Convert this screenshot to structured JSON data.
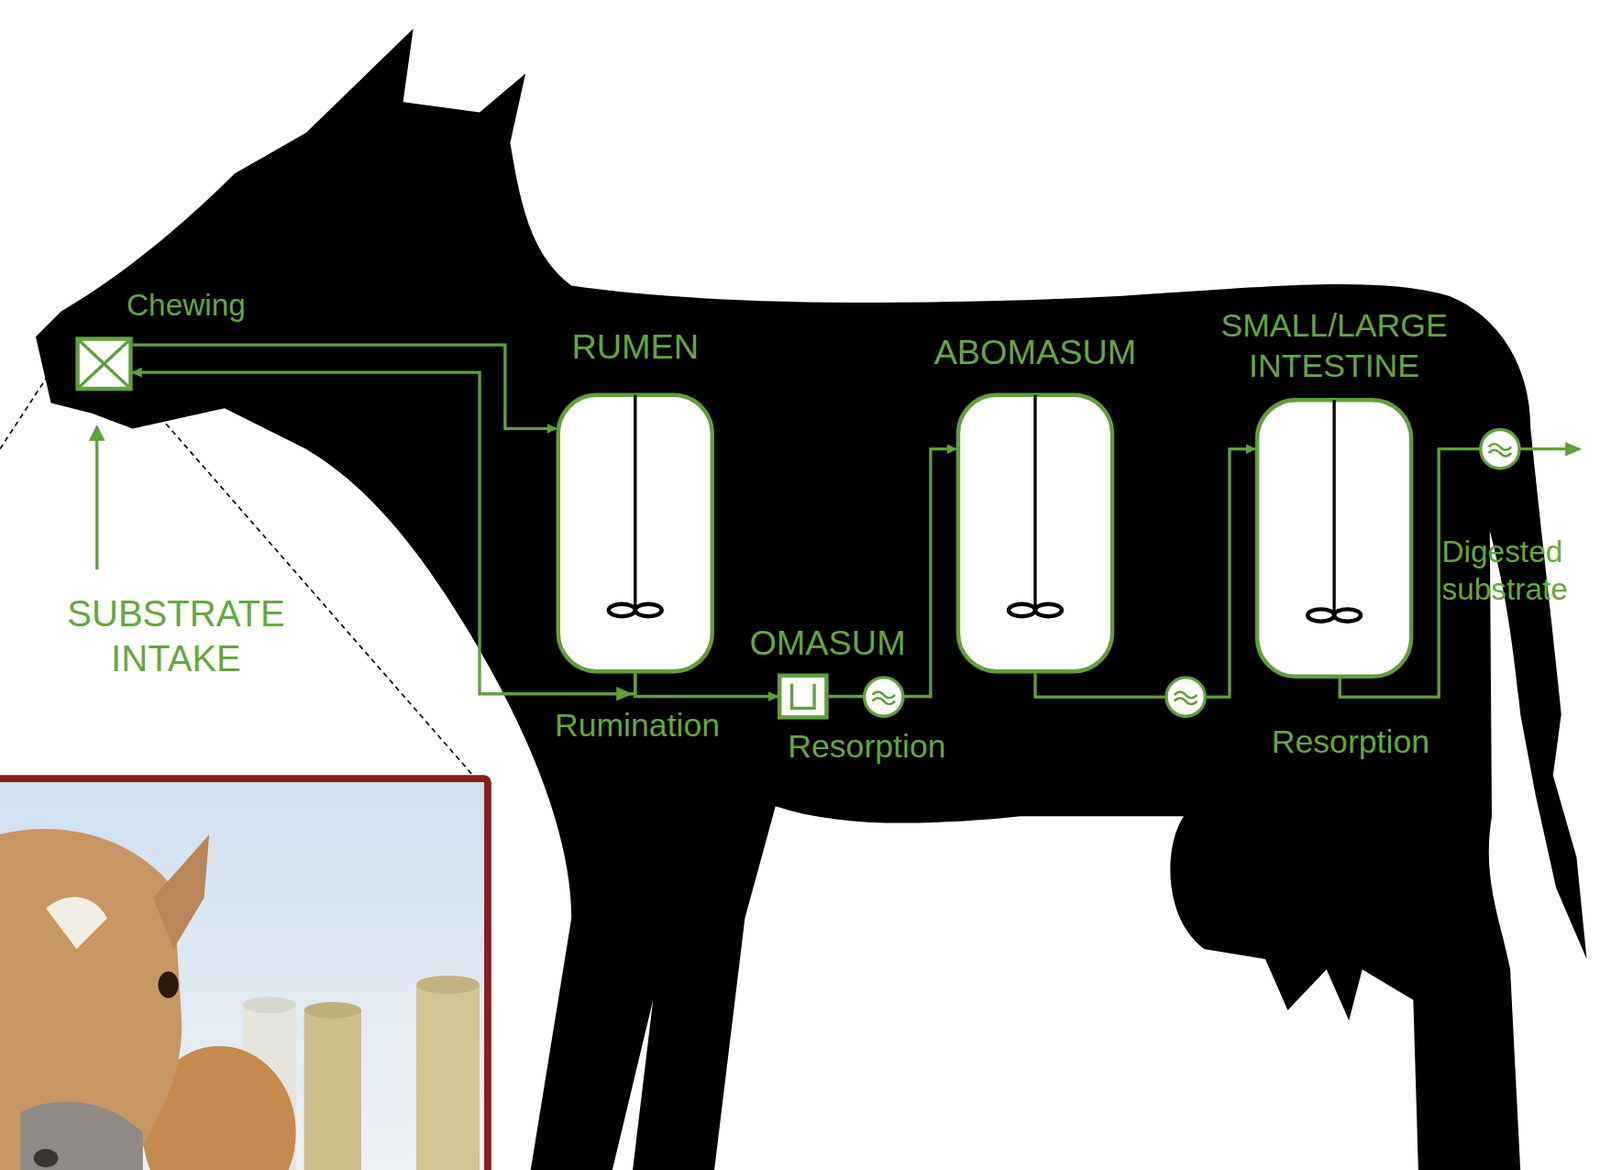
{
  "diagram": {
    "nodes": [
      {
        "text": [
          "Chewing"
        ]
      },
      {
        "text": [
          "RUMEN"
        ]
      },
      {
        "text": [
          "OMASUM"
        ]
      },
      {
        "text": [
          "ABOMASUM"
        ]
      },
      {
        "text": [
          "SMALL/LARGE INTESTINE"
        ]
      }
    ],
    "edges": [
      {
        "from": 0,
        "to": 1,
        "arrow": "to"
      },
      {
        "from": 1,
        "to": 0,
        "arrow": "to"
      },
      {
        "from": 1,
        "to": 2,
        "arrow": "to"
      },
      {
        "from": 2,
        "to": 3,
        "arrow": "to"
      },
      {
        "from": 3,
        "to": 4,
        "arrow": "to"
      }
    ],
    "labels": [
      "SUBSTRATE INTAKE",
      "Rumination",
      "Resorption",
      "Resorption",
      "Digested substrate"
    ]
  }
}
